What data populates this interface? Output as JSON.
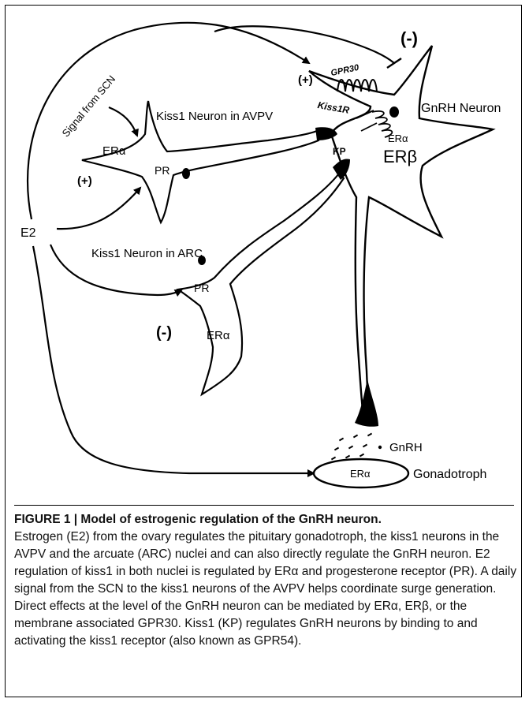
{
  "diagram": {
    "labels": {
      "minus_top": "(-)",
      "plus_top": "(+)",
      "gpr30": "GPR30",
      "kiss1r": "Kiss1R",
      "gnrh_neuron": "GnRH Neuron",
      "signal_from_scn": "Signal from SCN",
      "kiss1_avpv": "Kiss1 Neuron in AVPV",
      "er_alpha_avpv": "ERα",
      "pr_avpv": "PR",
      "plus_left": "(+)",
      "kp": "KP",
      "er_alpha_gnrh": "ERα",
      "er_beta": "ERβ",
      "e2": "E2",
      "kiss1_arc": "Kiss1 Neuron in ARC",
      "pr_arc": "PR",
      "minus_arc": "(-)",
      "er_alpha_arc": "ERα",
      "gnrh": "GnRH",
      "er_alpha_gonad": "ERα",
      "gonadotroph": "Gonadotroph"
    }
  },
  "caption": {
    "title": "FIGURE 1 | Model of estrogenic regulation of the GnRH neuron.",
    "body": "Estrogen (E2) from the ovary regulates the pituitary gonadotroph, the kiss1 neurons in the AVPV and the arcuate (ARC) nuclei and can also directly regulate the GnRH neuron. E2 regulation of kiss1 in both nuclei is regulated by ERα and progesterone receptor (PR). A daily signal from the SCN to the kiss1 neurons of the AVPV helps coordinate surge generation. Direct effects at the level of the GnRH neuron can be mediated by ERα, ERβ, or the membrane associated GPR30. Kiss1 (KP) regulates GnRH neurons by binding to and activating the kiss1 receptor (also known as GPR54)."
  }
}
